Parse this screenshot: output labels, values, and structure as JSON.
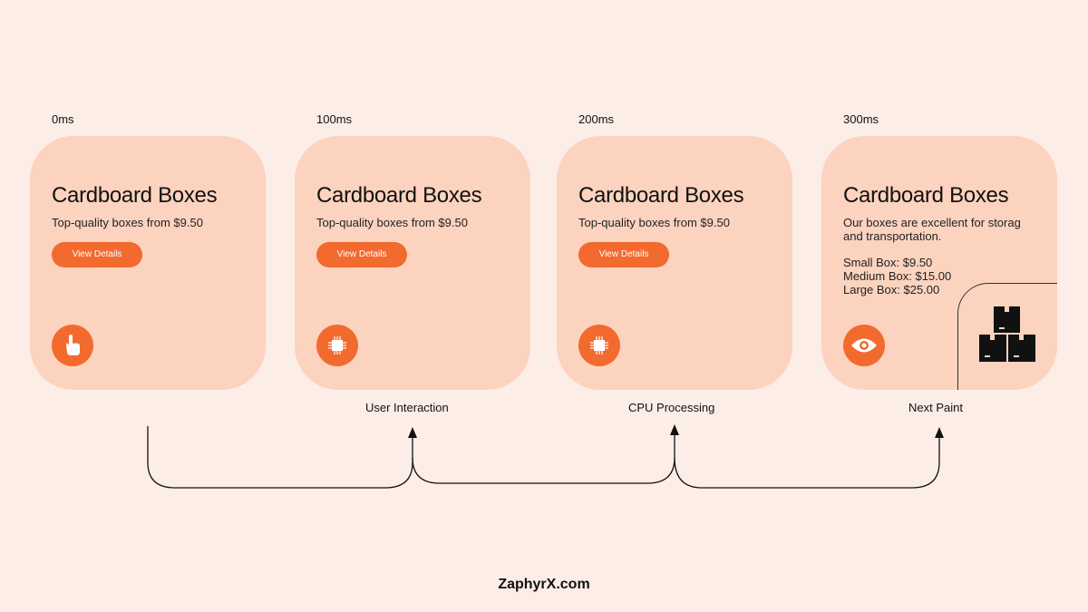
{
  "timeline": [
    {
      "time": "0ms",
      "title": "Cardboard Boxes",
      "subtitle": "Top-quality boxes from $9.50",
      "button": "View Details",
      "icon": "pointing-hand-icon"
    },
    {
      "time": "100ms",
      "title": "Cardboard Boxes",
      "subtitle": "Top-quality boxes from $9.50",
      "button": "View Details",
      "icon": "cpu-chip-icon"
    },
    {
      "time": "200ms",
      "title": "Cardboard Boxes",
      "subtitle": "Top-quality boxes from $9.50",
      "button": "View Details",
      "icon": "cpu-chip-icon"
    },
    {
      "time": "300ms",
      "title": "Cardboard Boxes",
      "subtitle": "Our boxes are excellent for storag and transportation.",
      "prices": [
        "Small Box: $9.50",
        "Medium Box: $15.00",
        "Large Box: $25.00"
      ],
      "icon": "eye-icon",
      "illustration": "stacked-boxes-icon"
    }
  ],
  "stages": [
    "User Interaction",
    "CPU Processing",
    "Next Paint"
  ],
  "footer": "ZaphyrX.com",
  "colors": {
    "background": "#fdede7",
    "card": "#fcd3bf",
    "accent": "#f26a2e",
    "text": "#111111"
  }
}
